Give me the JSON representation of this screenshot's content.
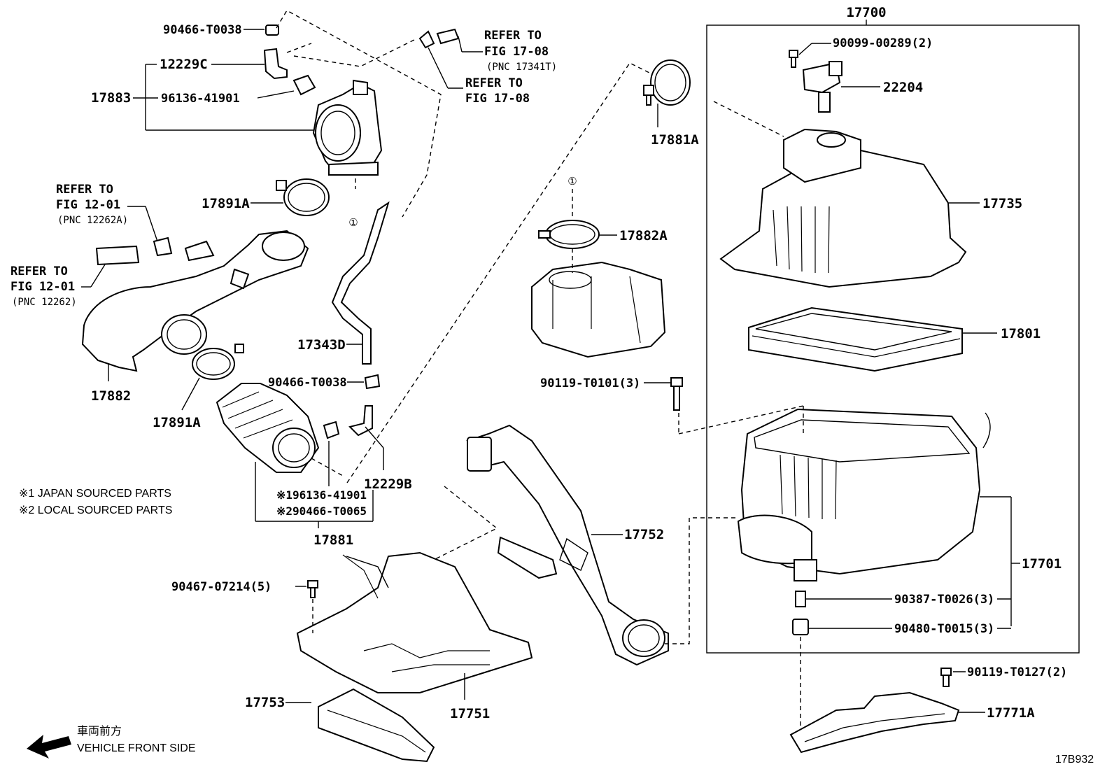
{
  "diagram_id": "17B932",
  "parts": {
    "p17700": "17700",
    "p90099": "90099-00289(2)",
    "p22204": "22204",
    "p17735": "17735",
    "p17801": "17801",
    "p90119a": "90119-T0101(3)",
    "p17701": "17701",
    "p90387": "90387-T0026(3)",
    "p90480": "90480-T0015(3)",
    "p90119b": "90119-T0127(2)",
    "p17771A": "17771A",
    "p17881A": "17881A",
    "p17882A": "17882A",
    "p17752": "17752",
    "p17751": "17751",
    "p17753": "17753",
    "p90467": "90467-07214(5)",
    "p90466a": "90466-T0038",
    "p12229C": "12229C",
    "p17883": "17883",
    "p96136": "96136-41901",
    "p17891A_top": "17891A",
    "p17891A_bot": "17891A",
    "p17882": "17882",
    "p17343D": "17343D",
    "p90466b": "90466-T0038",
    "p12229B": "12229B",
    "p17881": "17881",
    "p17881_sub1": "※196136-41901",
    "p17881_sub2": "※290466-T0065",
    "circle_one_a": "①",
    "circle_one_b": "①"
  },
  "references": {
    "ref1_l1": "REFER TO",
    "ref1_l2": "FIG 17-08",
    "ref1_l3": "(PNC 17341T)",
    "ref2_l1": "REFER TO",
    "ref2_l2": "FIG 17-08",
    "ref3_l1": "REFER TO",
    "ref3_l2": "FIG 12-01",
    "ref3_l3": "(PNC 12262A)",
    "ref4_l1": "REFER TO",
    "ref4_l2": "FIG 12-01",
    "ref4_l3": "(PNC 12262)"
  },
  "notes": {
    "note1": "※1 JAPAN SOURCED PARTS",
    "note2": "※2 LOCAL SOURCED PARTS"
  },
  "direction": {
    "jp": "車両前方",
    "en": "VEHICLE FRONT SIDE"
  }
}
